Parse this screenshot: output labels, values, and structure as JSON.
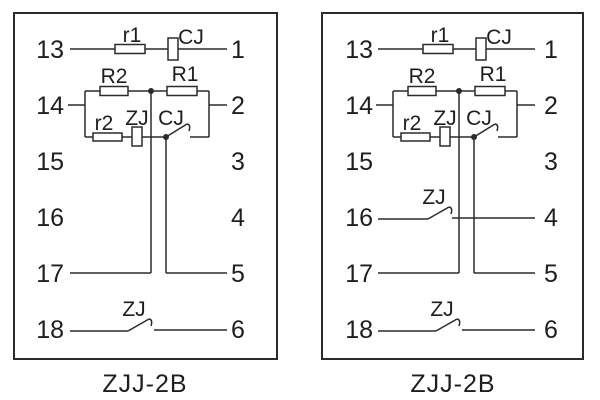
{
  "colors": {
    "line": "#2b2b2b",
    "text": "#1e1e1e",
    "background": "#ffffff"
  },
  "diagrams": [
    {
      "caption": "ZJJ-2B",
      "left_terminals": [
        "13",
        "14",
        "15",
        "16",
        "17",
        "18"
      ],
      "right_terminals": [
        "1",
        "2",
        "3",
        "4",
        "5",
        "6"
      ],
      "labels": {
        "r1": "r1",
        "cj_coil": "CJ",
        "R2": "R2",
        "R1": "R1",
        "r2": "r2",
        "zj_coil": "ZJ",
        "cj_contact": "CJ",
        "zj_contact_bottom": "ZJ"
      }
    },
    {
      "caption": "ZJJ-2B",
      "left_terminals": [
        "13",
        "14",
        "15",
        "16",
        "17",
        "18"
      ],
      "right_terminals": [
        "1",
        "2",
        "3",
        "4",
        "5",
        "6"
      ],
      "labels": {
        "r1": "r1",
        "cj_coil": "CJ",
        "R2": "R2",
        "R1": "R1",
        "r2": "r2",
        "zj_coil": "ZJ",
        "cj_contact": "CJ",
        "zj_contact_16": "ZJ",
        "zj_contact_bottom": "ZJ"
      }
    }
  ]
}
